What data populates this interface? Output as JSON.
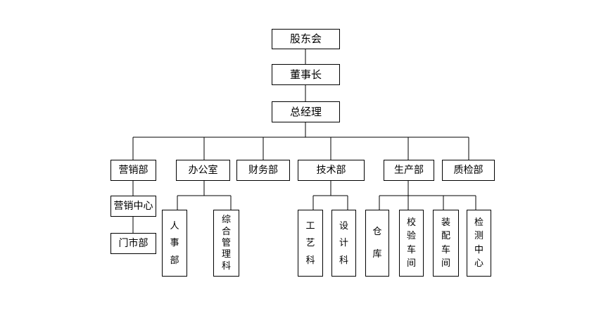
{
  "colors": {
    "background": "#ffffff",
    "box_border": "#000000",
    "connector_line": "#000000",
    "text": "#000000"
  },
  "org": {
    "chain": [
      {
        "label": "股东会"
      },
      {
        "label": "董事长"
      },
      {
        "label": "总经理"
      }
    ],
    "departments": [
      {
        "label": "营销部",
        "children": [
          {
            "label": "营销中心",
            "children": [
              {
                "label": "门市部"
              }
            ]
          }
        ]
      },
      {
        "label": "办公室",
        "children": [
          {
            "label": "人事部"
          },
          {
            "label": "综合管理科"
          }
        ]
      },
      {
        "label": "财务部",
        "children": []
      },
      {
        "label": "技术部",
        "children": [
          {
            "label": "工艺科"
          },
          {
            "label": "设计科"
          }
        ]
      },
      {
        "label": "生产部",
        "children": [
          {
            "label": "仓库"
          },
          {
            "label": "校验车间"
          },
          {
            "label": "装配车间"
          },
          {
            "label": "检测中心"
          }
        ]
      },
      {
        "label": "质检部",
        "children": []
      }
    ]
  }
}
